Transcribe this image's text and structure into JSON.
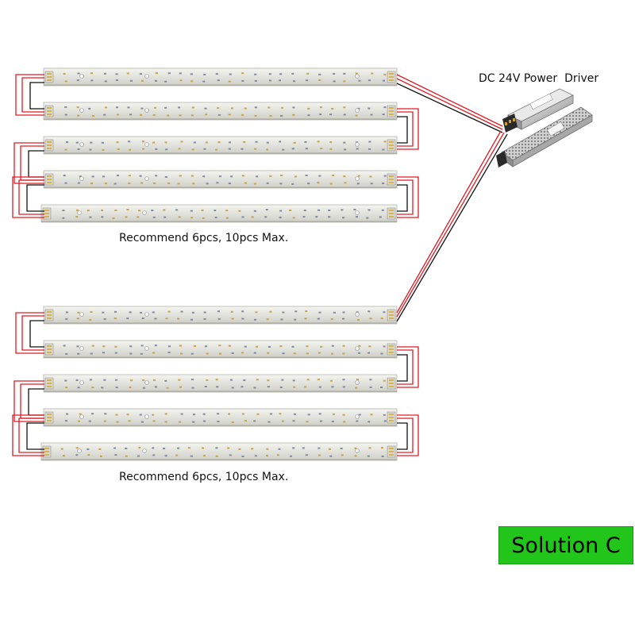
{
  "driver": {
    "label": "DC 24V Power  Driver"
  },
  "groups": [
    {
      "caption": "Recommend 6pcs, 10pcs Max.",
      "strip_count": 5
    },
    {
      "caption": "Recommend 6pcs, 10pcs Max.",
      "strip_count": 5
    }
  ],
  "badge": {
    "label": "Solution C"
  },
  "colors": {
    "wire_positive": "#e01b24",
    "wire_negative": "#111111",
    "strip_board": "#e7e7e2",
    "badge_bg": "#22c519"
  }
}
